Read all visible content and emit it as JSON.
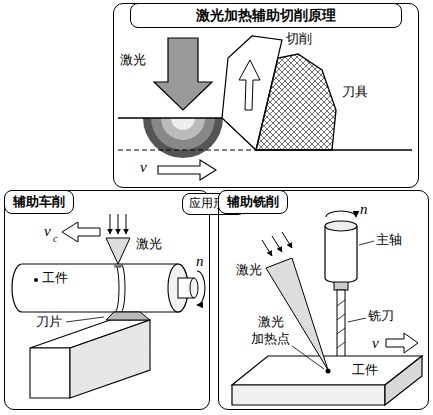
{
  "diagram": {
    "nodes": [
      {
        "text": [
          "激光加热辅助切削原理"
        ]
      },
      {
        "text": [
          "辅助车削"
        ]
      },
      {
        "text": [
          "应用形式"
        ]
      },
      {
        "text": [
          "辅助铣削"
        ]
      }
    ],
    "labels": [
      "激光",
      "切削",
      "刀具",
      "v",
      "激光",
      "v",
      "c",
      "工件",
      "刀片",
      "n",
      "n",
      "主轴",
      "激光",
      "激光 加热点",
      "铣刀",
      "v",
      "工件"
    ]
  }
}
